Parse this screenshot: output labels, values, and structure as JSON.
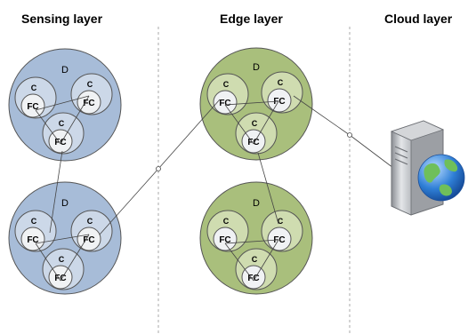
{
  "layers": {
    "sensing": "Sensing layer",
    "edge": "Edge layer",
    "cloud": "Cloud layer"
  },
  "labels": {
    "domain": "D",
    "container": "C",
    "function": "FC"
  },
  "icons": {
    "cloud_server": "server-globe-icon"
  },
  "colors": {
    "sensing_domain": "#a7bcd8",
    "sensing_container": "#ccd8e8",
    "edge_domain": "#a9bf7c",
    "edge_container": "#cfdcb0",
    "function": "#f0f2f4",
    "line": "#444444",
    "divider": "#aaaaaa"
  }
}
